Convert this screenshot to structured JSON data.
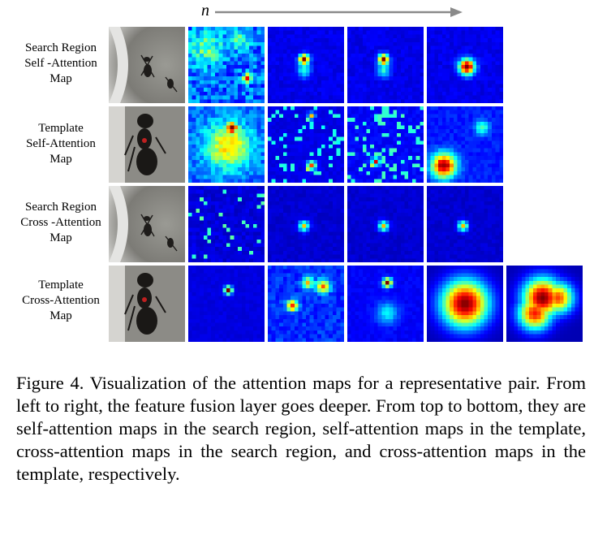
{
  "figure": {
    "axis_label": "n",
    "rows": [
      {
        "label": [
          "Search Region",
          "Self -Attention",
          "Map"
        ],
        "image": "ant-search-region"
      },
      {
        "label": [
          "Template",
          "Self-Attention",
          "Map"
        ],
        "image": "ant-template"
      },
      {
        "label": [
          "Search Region",
          "Cross -Attention",
          "Map"
        ],
        "image": "ant-search-region"
      },
      {
        "label": [
          "Template",
          "Cross-Attention",
          "Map"
        ],
        "image": "ant-template"
      }
    ],
    "colormap": "jet"
  },
  "caption": {
    "text": "Figure 4. Visualization of the attention maps for a representative pair. From left to right, the feature fusion layer goes deeper. From top to bottom, they are self-attention maps in the search region, self-attention maps in the template, cross-attention maps in the search region, and cross-attention maps in the template, respectively."
  }
}
